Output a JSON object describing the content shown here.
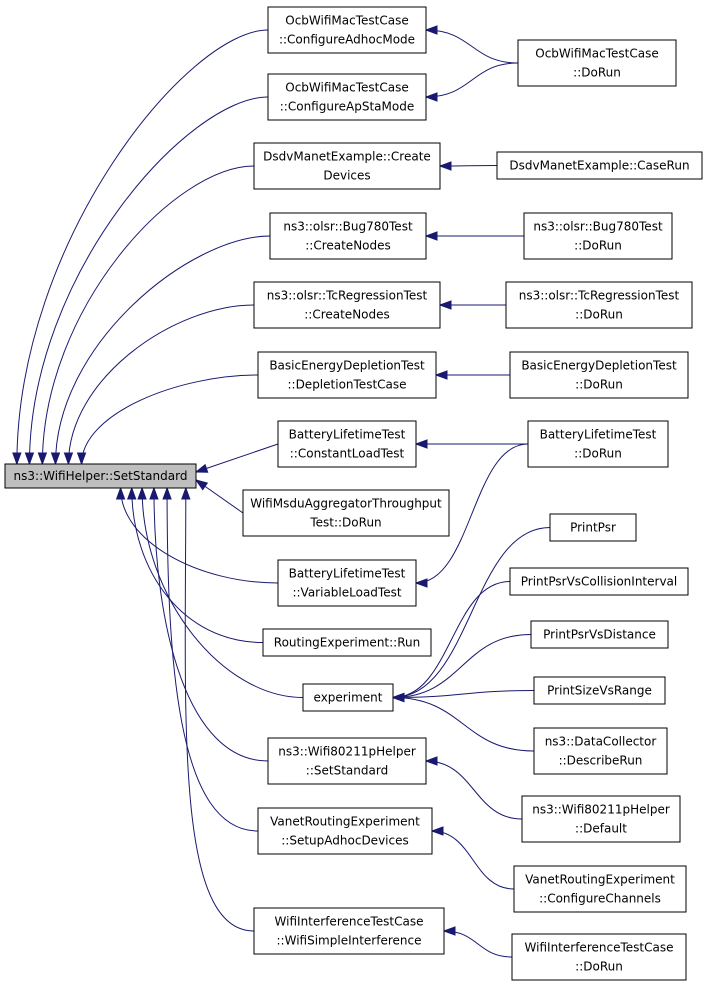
{
  "graph": {
    "root": {
      "id": "root",
      "lines": [
        "ns3::WifiHelper::SetStandard"
      ]
    },
    "callers": [
      {
        "id": "c1",
        "lines": [
          "OcbWifiMacTestCase",
          "::ConfigureAdhocMode"
        ]
      },
      {
        "id": "c2",
        "lines": [
          "OcbWifiMacTestCase",
          "::ConfigureApStaMode"
        ]
      },
      {
        "id": "c3",
        "lines": [
          "DsdvManetExample::Create",
          "Devices"
        ]
      },
      {
        "id": "c4",
        "lines": [
          "ns3::olsr::Bug780Test",
          "::CreateNodes"
        ]
      },
      {
        "id": "c5",
        "lines": [
          "ns3::olsr::TcRegressionTest",
          "::CreateNodes"
        ]
      },
      {
        "id": "c6",
        "lines": [
          "BasicEnergyDepletionTest",
          "::DepletionTestCase"
        ]
      },
      {
        "id": "c7",
        "lines": [
          "BatteryLifetimeTest",
          "::ConstantLoadTest"
        ]
      },
      {
        "id": "c8",
        "lines": [
          "WifiMsduAggregatorThroughput",
          "Test::DoRun"
        ]
      },
      {
        "id": "c9",
        "lines": [
          "BatteryLifetimeTest",
          "::VariableLoadTest"
        ]
      },
      {
        "id": "c10",
        "lines": [
          "RoutingExperiment::Run"
        ]
      },
      {
        "id": "c11",
        "lines": [
          "experiment"
        ]
      },
      {
        "id": "c12",
        "lines": [
          "ns3::Wifi80211pHelper",
          "::SetStandard"
        ]
      },
      {
        "id": "c13",
        "lines": [
          "VanetRoutingExperiment",
          "::SetupAdhocDevices"
        ]
      },
      {
        "id": "c14",
        "lines": [
          "WifiInterferenceTestCase",
          "::WifiSimpleInterference"
        ]
      }
    ],
    "outer": [
      {
        "id": "o1",
        "lines": [
          "OcbWifiMacTestCase",
          "::DoRun"
        ]
      },
      {
        "id": "o2",
        "lines": [
          "DsdvManetExample::CaseRun"
        ]
      },
      {
        "id": "o3",
        "lines": [
          "ns3::olsr::Bug780Test",
          "::DoRun"
        ]
      },
      {
        "id": "o4",
        "lines": [
          "ns3::olsr::TcRegressionTest",
          "::DoRun"
        ]
      },
      {
        "id": "o5",
        "lines": [
          "BasicEnergyDepletionTest",
          "::DoRun"
        ]
      },
      {
        "id": "o6",
        "lines": [
          "BatteryLifetimeTest",
          "::DoRun"
        ]
      },
      {
        "id": "o7",
        "lines": [
          "PrintPsr"
        ]
      },
      {
        "id": "o8",
        "lines": [
          "PrintPsrVsCollisionInterval"
        ]
      },
      {
        "id": "o9",
        "lines": [
          "PrintPsrVsDistance"
        ]
      },
      {
        "id": "o10",
        "lines": [
          "PrintSizeVsRange"
        ]
      },
      {
        "id": "o11",
        "lines": [
          "ns3::DataCollector",
          "::DescribeRun"
        ]
      },
      {
        "id": "o12",
        "lines": [
          "ns3::Wifi80211pHelper",
          "::Default"
        ]
      },
      {
        "id": "o13",
        "lines": [
          "VanetRoutingExperiment",
          "::ConfigureChannels"
        ]
      },
      {
        "id": "o14",
        "lines": [
          "WifiInterferenceTestCase",
          "::DoRun"
        ]
      }
    ],
    "edges": [
      {
        "from": "c1",
        "to": "root"
      },
      {
        "from": "c2",
        "to": "root"
      },
      {
        "from": "c3",
        "to": "root"
      },
      {
        "from": "c4",
        "to": "root"
      },
      {
        "from": "c5",
        "to": "root"
      },
      {
        "from": "c6",
        "to": "root"
      },
      {
        "from": "c7",
        "to": "root"
      },
      {
        "from": "c8",
        "to": "root"
      },
      {
        "from": "c9",
        "to": "root"
      },
      {
        "from": "c10",
        "to": "root"
      },
      {
        "from": "c11",
        "to": "root"
      },
      {
        "from": "c12",
        "to": "root"
      },
      {
        "from": "c13",
        "to": "root"
      },
      {
        "from": "c14",
        "to": "root"
      },
      {
        "from": "o1",
        "to": "c1"
      },
      {
        "from": "o1",
        "to": "c2"
      },
      {
        "from": "o2",
        "to": "c3"
      },
      {
        "from": "o3",
        "to": "c4"
      },
      {
        "from": "o4",
        "to": "c5"
      },
      {
        "from": "o5",
        "to": "c6"
      },
      {
        "from": "o6",
        "to": "c7"
      },
      {
        "from": "o6",
        "to": "c9"
      },
      {
        "from": "o7",
        "to": "c11"
      },
      {
        "from": "o8",
        "to": "c11"
      },
      {
        "from": "o9",
        "to": "c11"
      },
      {
        "from": "o10",
        "to": "c11"
      },
      {
        "from": "o11",
        "to": "c11"
      },
      {
        "from": "o12",
        "to": "c12"
      },
      {
        "from": "o13",
        "to": "c13"
      },
      {
        "from": "o14",
        "to": "c14"
      }
    ],
    "colors": {
      "edge": "#191970",
      "root_fill": "#bfbfbf",
      "node_fill": "#ffffff",
      "border": "#000000"
    }
  }
}
